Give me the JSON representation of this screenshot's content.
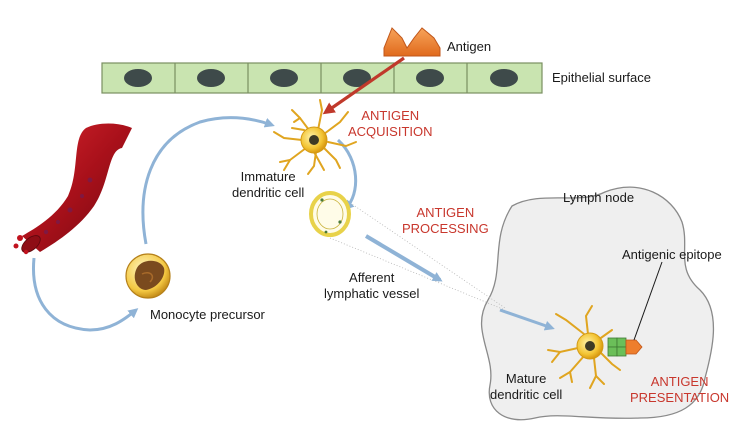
{
  "labels": {
    "antigen": "Antigen",
    "epithelial_surface": "Epithelial surface",
    "immature_dc_line1": "Immature",
    "immature_dc_line2": "dendritic cell",
    "lymph_node": "Lymph node",
    "antigenic_epitope": "Antigenic epitope",
    "afferent_line1": "Afferent",
    "afferent_line2": "lymphatic vessel",
    "monocyte_precursor": "Monocyte precursor",
    "mature_dc_line1": "Mature",
    "mature_dc_line2": "dendritic cell"
  },
  "stages": {
    "acquisition_line1": "ANTIGEN",
    "acquisition_line2": "ACQUISITION",
    "processing_line1": "ANTIGEN",
    "processing_line2": "PROCESSING",
    "presentation_line1": "ANTIGEN",
    "presentation_line2": "PRESENTATION"
  },
  "colors": {
    "stage_text": "#c8372d",
    "flow_arrow": "#8fb3d6",
    "antigen_arrow": "#c0392b",
    "epithelial_cell": "#c9e4b0",
    "nucleus": "#3e4a4a",
    "dendritic_cell": "#f3c433",
    "antigen": "#ee7e2d",
    "blood_vessel": "#b3121c",
    "lymph_node_fill": "#efefef",
    "epitope_green": "#6bbf59"
  }
}
